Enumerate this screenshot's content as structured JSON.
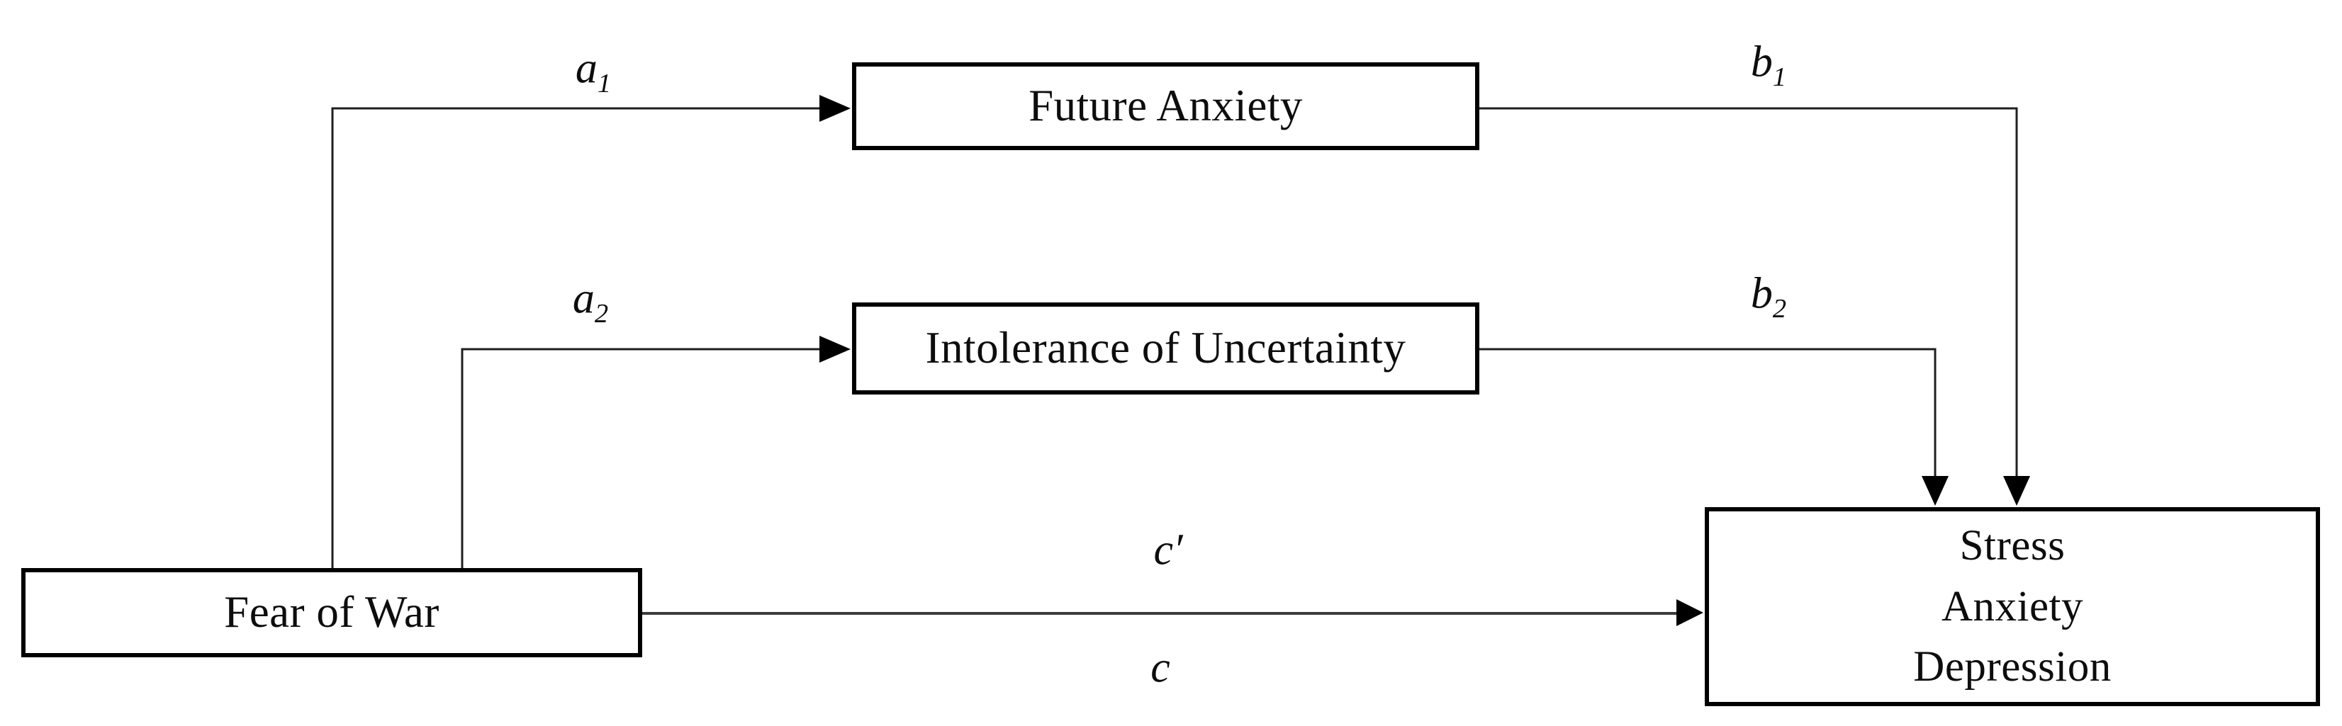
{
  "figure": {
    "background_color": "#ffffff",
    "line_color": "#1f1f1f",
    "direct_effect_line_color": "#3c3c3c",
    "box_border_color": "#000000",
    "text_color": "#0d0d0d"
  },
  "boxes": {
    "predictor": {
      "label": "Fear of War"
    },
    "mediator_top": {
      "label": "Future Anxiety"
    },
    "mediator_bottom": {
      "label": "Intolerance of Uncertainty"
    },
    "outcome": {
      "line1": "Stress",
      "line2": "Anxiety",
      "line3": "Depression"
    }
  },
  "path_labels": {
    "a1": {
      "base": "a",
      "sub": "1"
    },
    "a2": {
      "base": "a",
      "sub": "2"
    },
    "b1": {
      "base": "b",
      "sub": "1"
    },
    "b2": {
      "base": "b",
      "sub": "2"
    },
    "c_prime": {
      "base": "c",
      "prime": "′"
    },
    "c": {
      "base": "c"
    }
  }
}
